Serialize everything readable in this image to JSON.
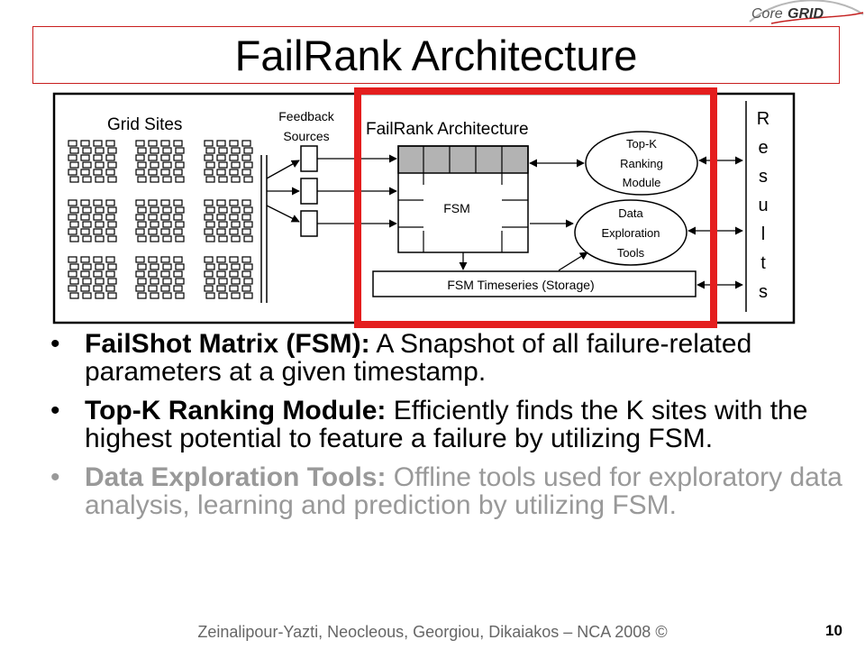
{
  "header": {
    "logo_text": "CoreGRID",
    "title": "FailRank Architecture"
  },
  "diagram": {
    "grid_sites_label": "Grid Sites",
    "feedback_line1": "Feedback",
    "feedback_line2": "Sources",
    "arch_label": "FailRank Architecture",
    "fsm_label": "FSM",
    "topk_line1": "Top-K",
    "topk_line2": "Ranking",
    "topk_line3": "Module",
    "det_line1": "Data",
    "det_line2": "Exploration",
    "det_line3": "Tools",
    "timeseries_label": "FSM Timeseries (Storage)",
    "results_letters": [
      "R",
      "e",
      "s",
      "u",
      "l",
      "t",
      "s"
    ],
    "highlight_color": "#e41e1e"
  },
  "bullets": [
    {
      "term": "FailShot Matrix (FSM):",
      "text": " A Snapshot of all failure-related parameters at a given timestamp."
    },
    {
      "term": "Top-K Ranking Module:",
      "text": " Efficiently finds the K sites with the highest potential to feature a failure by utilizing FSM."
    },
    {
      "term": "Data Exploration Tools:",
      "text": " Offline tools used for exploratory data analysis, learning and prediction by utilizing FSM."
    }
  ],
  "footer": {
    "authors": "Zeinalipour-Yazti, Neocleous, Georgiou, Dikaiakos – NCA 2008 ©",
    "page_number": "10"
  }
}
